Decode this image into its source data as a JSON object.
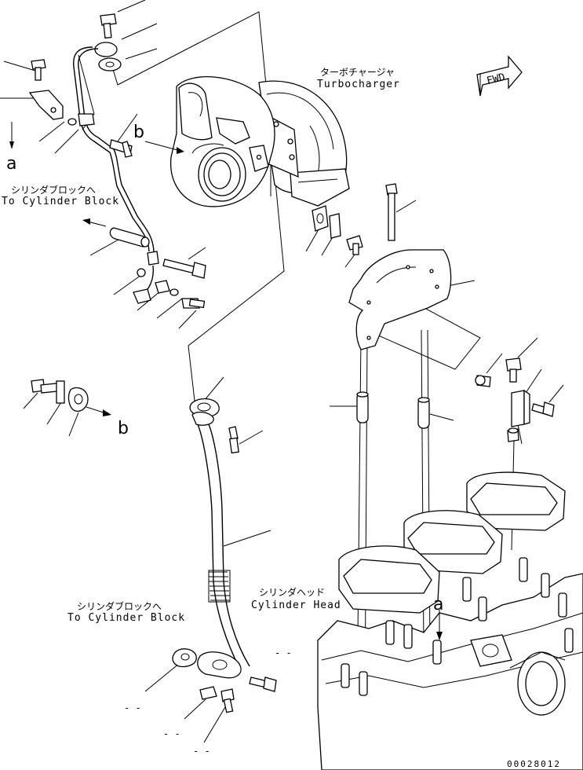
{
  "labels": {
    "turbocharger_jp": "ターボチャージャ",
    "turbocharger_en": "Turbocharger",
    "to_cylinder_block_jp_1": "シリンダブロックへ",
    "to_cylinder_block_en_1": "To Cylinder Block",
    "to_cylinder_block_jp_2": "シリンダブロックへ",
    "to_cylinder_block_en_2": "To Cylinder Block",
    "cylinder_head_jp": "シリンダヘッド",
    "cylinder_head_en": "Cylinder Head",
    "fwd": "FWD",
    "ref_a_top": "a",
    "ref_a_head": "a",
    "ref_b_turbo": "b",
    "ref_b_flange": "b",
    "dash_1": "- -",
    "dash_2": "- -",
    "dash_3": "- -",
    "dash_4": "- -",
    "drawing_code": "00028012"
  }
}
